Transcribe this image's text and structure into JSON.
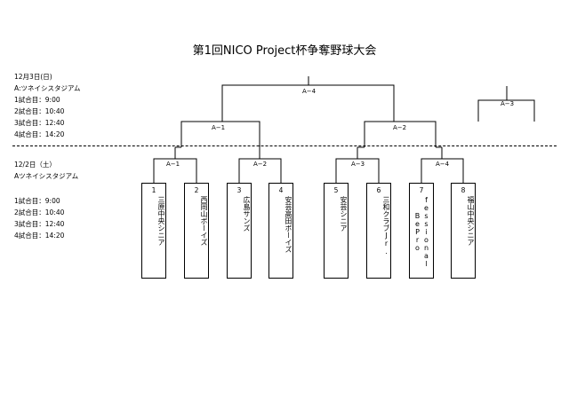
{
  "title": "第1回NICO Project杯争奪野球大会",
  "day2": {
    "date": "12月3日(日)",
    "venue": "A:ツネイシスタジアム",
    "games": [
      "1試合目：9:00",
      "2試合目：10:40",
      "3試合目：12:40",
      "4試合目：14:20"
    ]
  },
  "day1": {
    "date": "12/2日（土）",
    "venue": "Aツネイシスタジアム",
    "games": [
      "1試合目：9:00",
      "2試合目：10:40",
      "3試合目：12:40",
      "4試合目：14:20"
    ]
  },
  "matches": {
    "first_round": [
      "A−1",
      "A−2",
      "A−3",
      "A−4"
    ],
    "semifinal": [
      "A−1",
      "A−2"
    ],
    "final": "A−4",
    "third_place": "A−3"
  },
  "teams": [
    {
      "num": "1",
      "name": "三原中央シニア"
    },
    {
      "num": "2",
      "name": "西岡山ボーイズ"
    },
    {
      "num": "3",
      "name": "広島サンズ"
    },
    {
      "num": "4",
      "name": "安芸高田ボーイズ"
    },
    {
      "num": "5",
      "name": "安芸シニア"
    },
    {
      "num": "6",
      "name": "三和クラブJr."
    },
    {
      "num": "7",
      "name_col1": "fessional",
      "name_col2": "BePro"
    },
    {
      "num": "8",
      "name": "福山中央シニア"
    }
  ]
}
